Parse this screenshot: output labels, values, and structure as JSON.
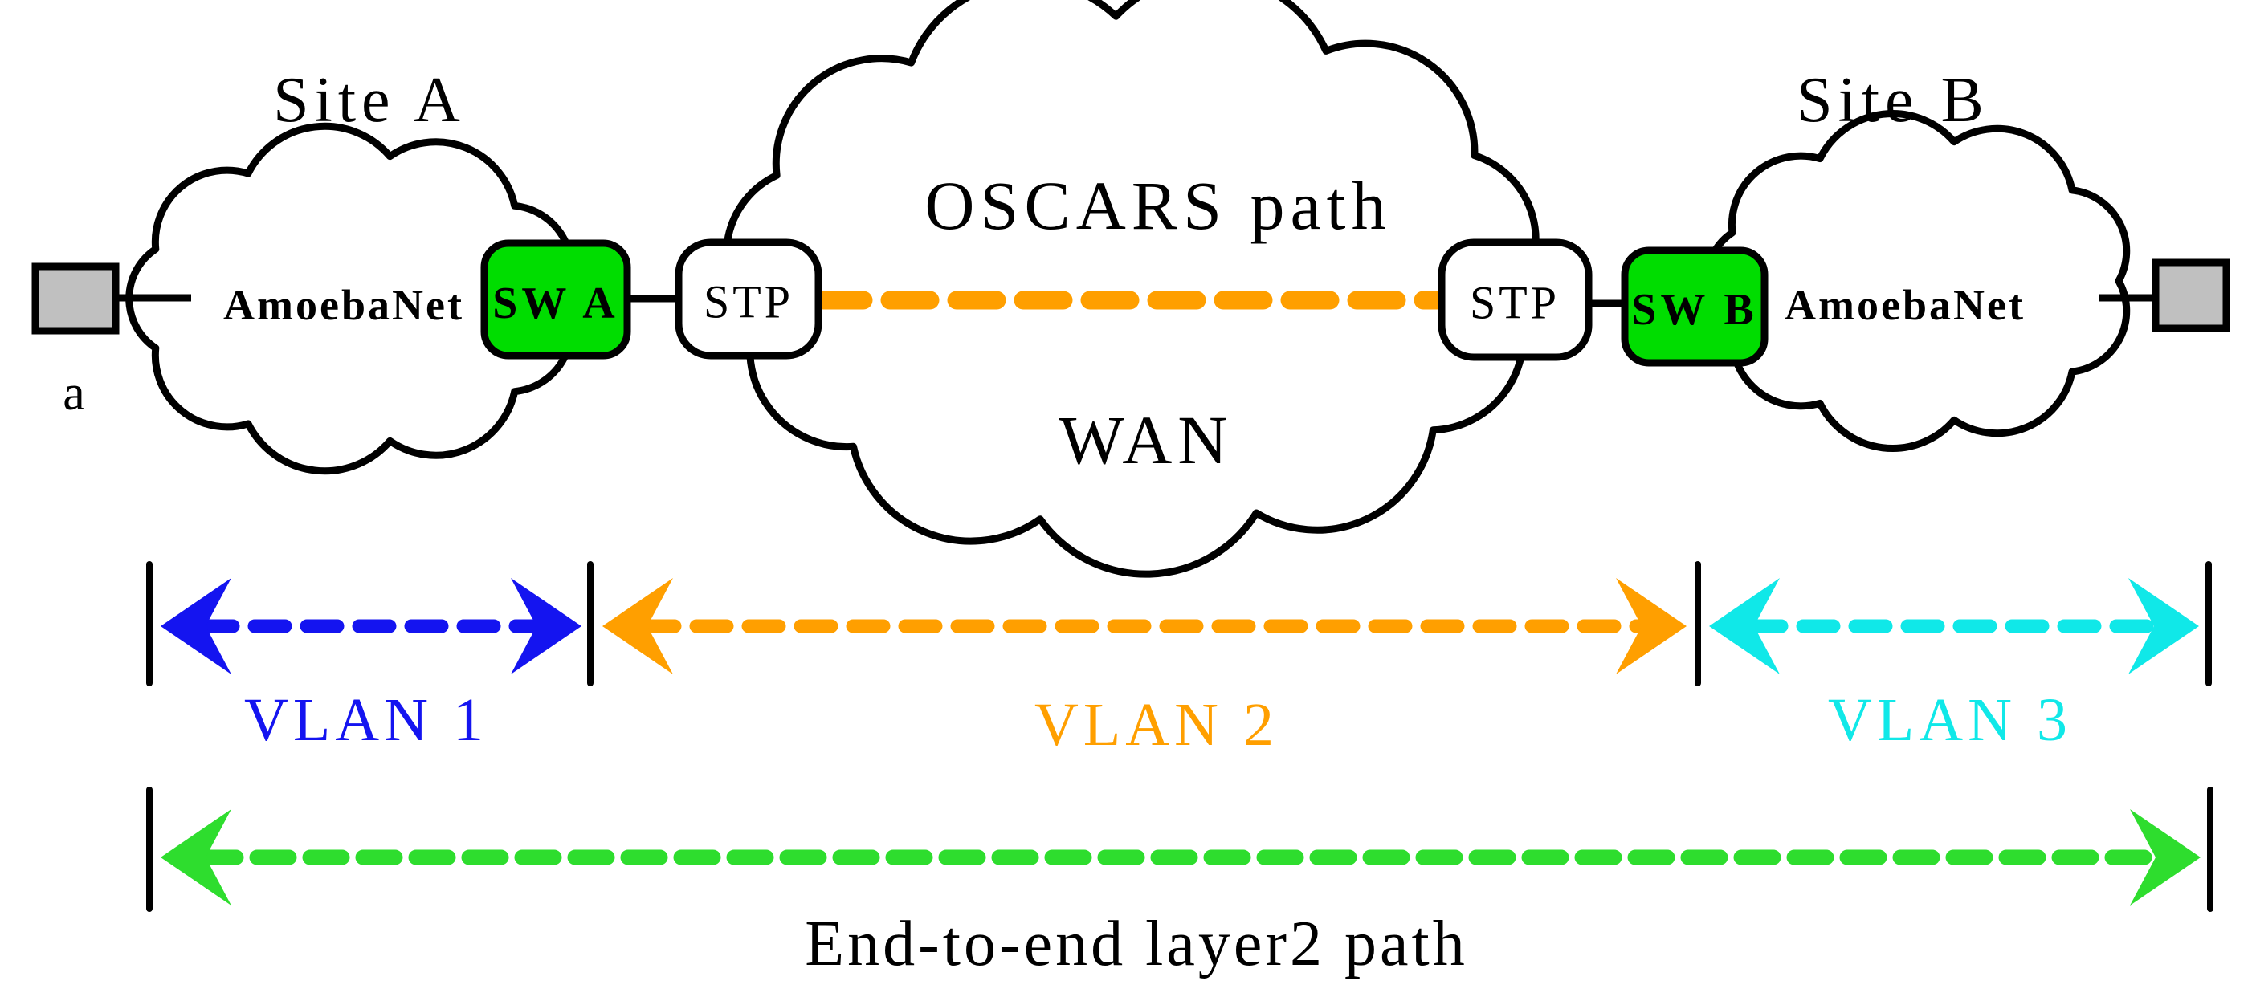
{
  "sites": {
    "a": {
      "title": "Site A",
      "network": "AmoebaNet",
      "switch_label": "SW A",
      "host_label": "a"
    },
    "b": {
      "title": "Site B",
      "network": "AmoebaNet",
      "switch_label": "SW B"
    }
  },
  "wan": {
    "cloud_label": "WAN",
    "path_label": "OSCARS path",
    "stp_left_label": "STP",
    "stp_right_label": "STP"
  },
  "vlan_spans": [
    {
      "label": "VLAN 1",
      "color": "#1414f0"
    },
    {
      "label": "VLAN 2",
      "color": "#ff9f00"
    },
    {
      "label": "VLAN 3",
      "color": "#10e8e8"
    }
  ],
  "end_to_end": {
    "label": "End-to-end layer2 path",
    "color": "#2edd2e"
  },
  "colors": {
    "outline": "#000000",
    "switch_fill": "#00dd00",
    "host_fill": "#c0c0c0",
    "oscars_orange": "#ff9f00",
    "vlan1_blue": "#1414f0",
    "vlan2_orange": "#ff9f00",
    "vlan3_cyan": "#10e8e8",
    "e2e_green": "#2edd2e"
  }
}
